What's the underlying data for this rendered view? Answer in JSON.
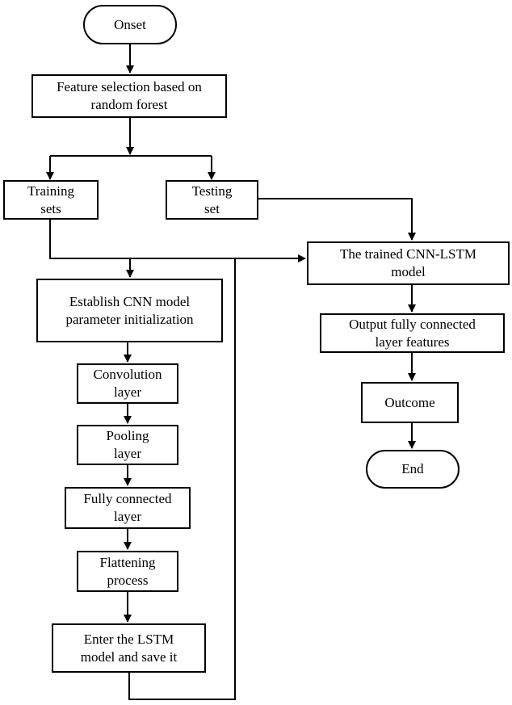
{
  "nodes": {
    "onset": "Onset",
    "feature_selection": "Feature selection based on\nrandom forest",
    "training_sets": "Training\nsets",
    "testing_set": "Testing\nset",
    "trained_model": "The trained CNN-LSTM\nmodel",
    "establish_cnn": "Establish CNN model\nparameter initialization",
    "convolution": "Convolution\nlayer",
    "pooling": "Pooling\nlayer",
    "fully_connected": "Fully connected\nlayer",
    "flattening": "Flattening\nprocess",
    "enter_lstm": "Enter the LSTM\nmodel and save it",
    "output_features": "Output fully connected\nlayer features",
    "outcome": "Outcome",
    "end": "End"
  }
}
